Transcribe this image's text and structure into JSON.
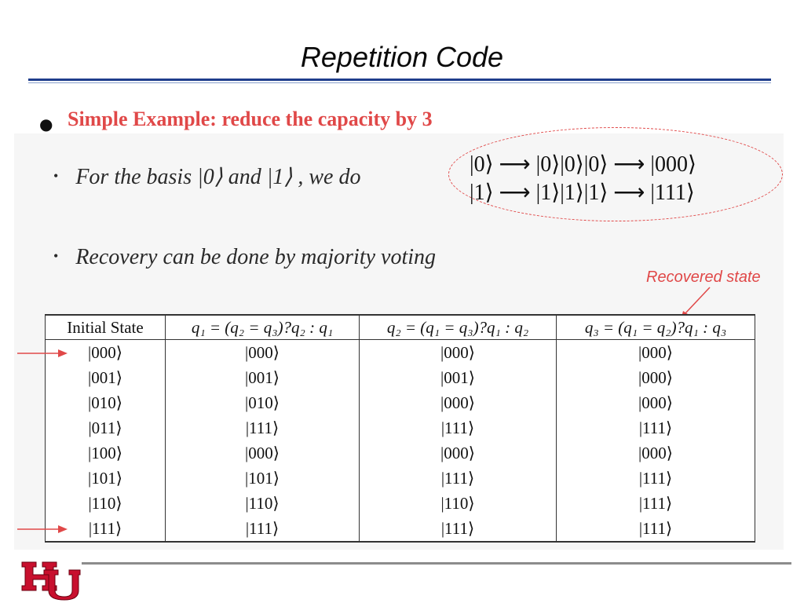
{
  "slide": {
    "title": "Repetition Code",
    "bullet": "Simple Example: reduce the capacity by 3",
    "sub1": "For the basis |0⟩ and |1⟩ , we do",
    "sub2": "Recovery can be done by majority voting",
    "mapping_line1": "|0⟩ ⟶ |0⟩|0⟩|0⟩ ⟶ |000⟩",
    "mapping_line2": "|1⟩ ⟶ |1⟩|1⟩|1⟩ ⟶ |111⟩",
    "annotation": "Recovered state"
  },
  "table": {
    "headers": [
      "Initial State",
      "q₁ = (q₂ = q₃)?q₂ : q₁",
      "q₂ = (q₁ = q₃)?q₁ : q₂",
      "q₃ = (q₁ = q₂)?q₁ : q₃"
    ],
    "rows": [
      [
        "|000⟩",
        "|000⟩",
        "|000⟩",
        "|000⟩"
      ],
      [
        "|001⟩",
        "|001⟩",
        "|001⟩",
        "|000⟩"
      ],
      [
        "|010⟩",
        "|010⟩",
        "|000⟩",
        "|000⟩"
      ],
      [
        "|011⟩",
        "|111⟩",
        "|111⟩",
        "|111⟩"
      ],
      [
        "|100⟩",
        "|000⟩",
        "|000⟩",
        "|000⟩"
      ],
      [
        "|101⟩",
        "|101⟩",
        "|111⟩",
        "|111⟩"
      ],
      [
        "|110⟩",
        "|110⟩",
        "|110⟩",
        "|111⟩"
      ],
      [
        "|111⟩",
        "|111⟩",
        "|111⟩",
        "|111⟩"
      ]
    ]
  },
  "colors": {
    "accent_red": "#e04848",
    "title_rule": "#1f3d8c",
    "logo_red": "#c8102e"
  },
  "icons": {
    "logo": "university-logo-icon"
  }
}
